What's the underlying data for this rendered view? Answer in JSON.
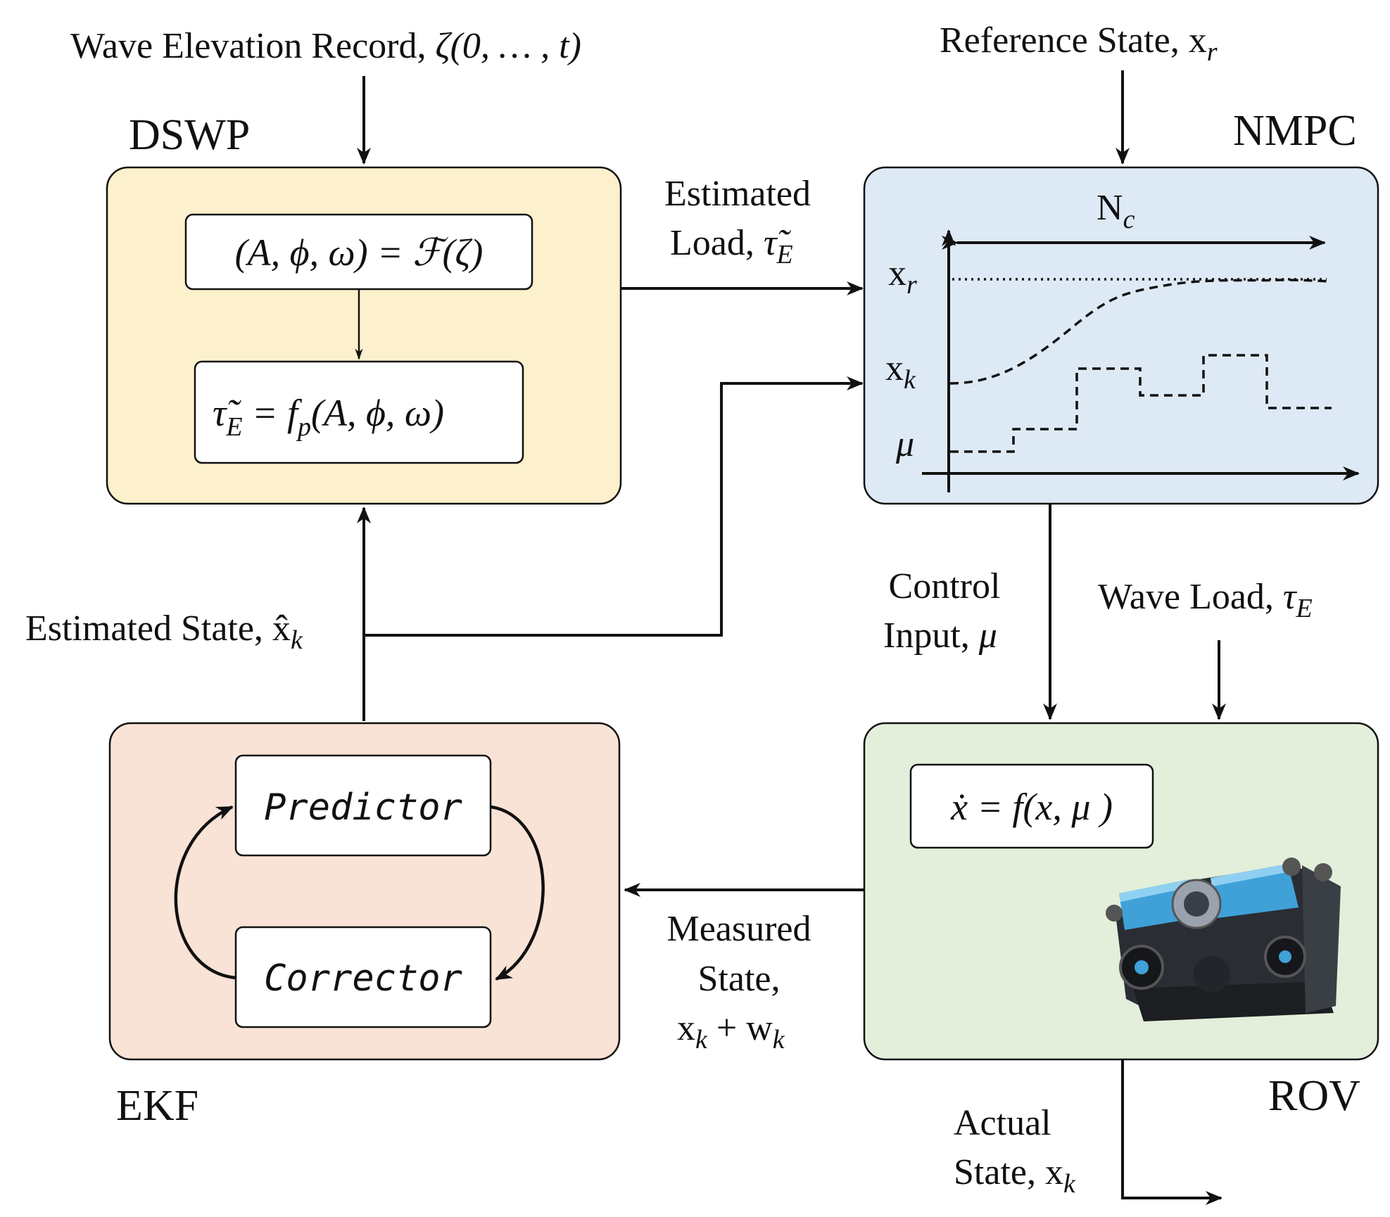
{
  "inputs": {
    "wave_record_text": "Wave Elevation Record, ",
    "wave_record_math": "ζ(0, … , t)",
    "reference_text": "Reference State, x",
    "reference_sub": "r"
  },
  "blocks": {
    "dswp": {
      "title": "DSWP",
      "eq1": "(A, ϕ, ω) = ℱ(ζ)",
      "eq2_tau": "τ̃",
      "eq2_sub": "E",
      "eq2_rest": " = f",
      "eq2_psub": "p",
      "eq2_tail": "(A, ϕ, ω)"
    },
    "nmpc": {
      "title": "NMPC",
      "horizon": "N",
      "horizon_sub": "c",
      "xr": "x",
      "xr_sub": "r",
      "xk": "x",
      "xk_sub": "k",
      "mu": "μ"
    },
    "ekf": {
      "title": "EKF",
      "predictor": "Predictor",
      "corrector": "Corrector"
    },
    "rov": {
      "title": "ROV",
      "eq": "ẋ = f(x, μ )"
    }
  },
  "signals": {
    "estimated_load_1": "Estimated",
    "estimated_load_2": "Load, ",
    "estimated_load_tau": "τ̃",
    "estimated_load_sub": "E",
    "estimated_state": "Estimated State, x̂",
    "estimated_state_sub": "k",
    "control_input_1": "Control",
    "control_input_2": "Input, ",
    "control_input_mu": "μ",
    "wave_load": "Wave Load, ",
    "wave_load_tau": "τ",
    "wave_load_sub": "E",
    "measured_1": "Measured",
    "measured_2": "State,",
    "measured_3a": "x",
    "measured_3a_sub": "k",
    "measured_3b": " + w",
    "measured_3b_sub": "k",
    "actual_1": "Actual",
    "actual_2": "State, x",
    "actual_2_sub": "k"
  },
  "colors": {
    "dswp_fill": "#fdf0cc",
    "nmpc_fill": "#dde9f5",
    "ekf_fill": "#f9e3d6",
    "rov_fill": "#e3efda",
    "rov_blue": "#3fa1d8"
  },
  "icons": {
    "rov": "rov-vehicle-icon"
  }
}
